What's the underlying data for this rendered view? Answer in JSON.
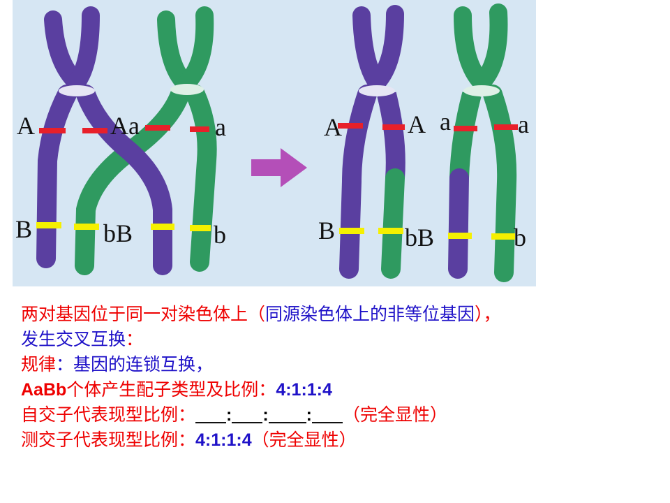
{
  "colors": {
    "background": "#d6e6f3",
    "purple": "#6a4fb0",
    "green": "#3da66e",
    "red_band": "#e8202a",
    "yellow_band": "#f5f000",
    "arrow": "#b44fb8",
    "text_red": "#ee0000",
    "text_blue": "#1f12c8"
  },
  "figure": {
    "labels_left": {
      "A_left": "A",
      "Aa": "Aa",
      "a_right": "a",
      "B_left": "B",
      "bB": "bB",
      "b_right": "b"
    },
    "labels_right": {
      "A_left": "A",
      "A_mid": "A",
      "a_mid": "a",
      "a_right": "a",
      "B_left": "B",
      "bB": "bB",
      "b_right": "b"
    },
    "arrow_icon": "right-arrow-icon"
  },
  "text": {
    "line1": {
      "part1": "两对基因位于同一对染色体上（",
      "part2": "同源染色体上的非等位基因",
      "part3": "），"
    },
    "line2": {
      "part1": "发生交叉互换",
      "part2": "："
    },
    "line3": {
      "part1": "规律",
      "part2": "：基因的连锁互换，"
    },
    "line4": {
      "part1": "AaBb",
      "part2": "个体产生配子类型及比例：",
      "part3": "4:1:1:4"
    },
    "line5": {
      "part1": "自交子代表现型比例：",
      "sep1": ":",
      "sep2": ":",
      "sep3": ":",
      "part2": "（完全显性）"
    },
    "line6": {
      "part1": "测交子代表现型比例：",
      "part2": "4:1:1:4",
      "part3": "（完全显性）"
    }
  }
}
